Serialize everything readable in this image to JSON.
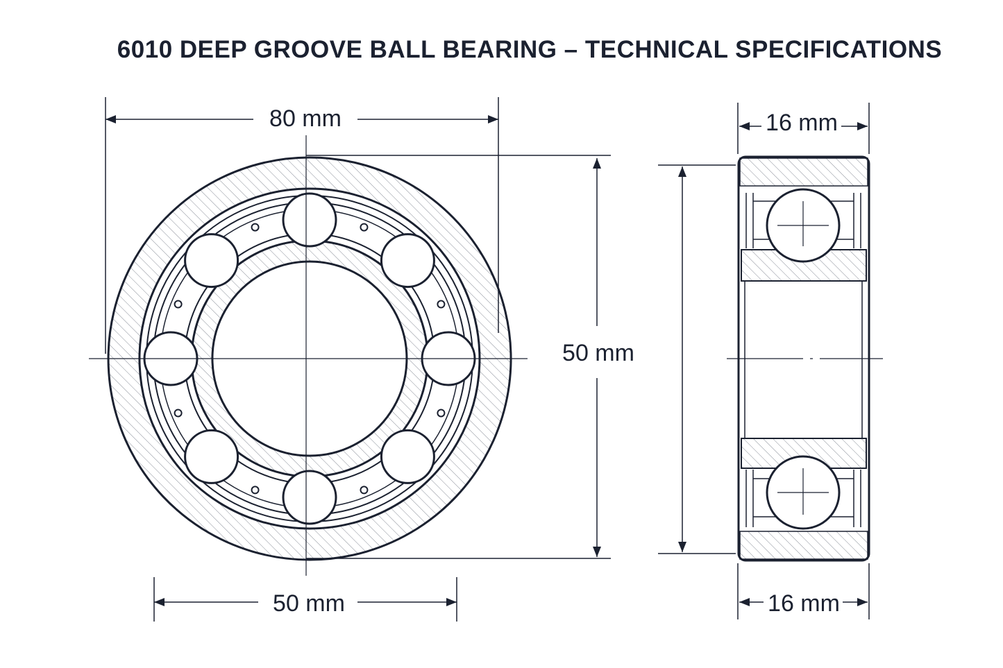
{
  "title": "6010 DEEP GROOVE BALL BEARING – TECHNICAL SPECIFICATIONS",
  "front_view": {
    "outer_diameter_label": "80 mm",
    "height_label": "50 mm",
    "bore_label": "50 mm",
    "ball_count": 8
  },
  "side_view": {
    "width_top_label": "16 mm",
    "width_bottom_label": "16 mm"
  },
  "colors": {
    "line": "#1b2130",
    "hatch": "#8a8f99"
  }
}
